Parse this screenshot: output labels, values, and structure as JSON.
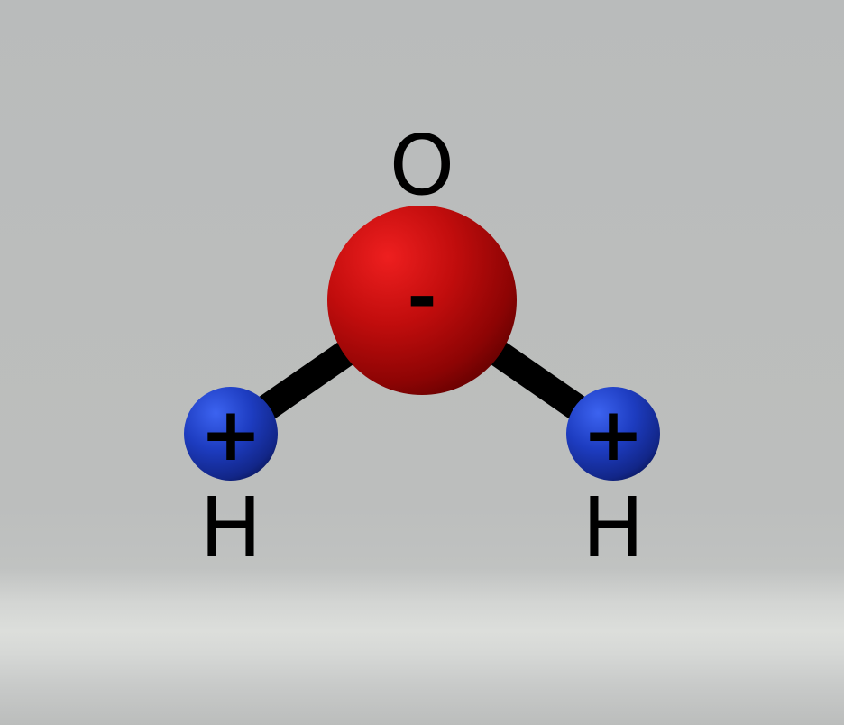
{
  "molecule": {
    "atoms": [
      {
        "id": "oxygen",
        "element": "O",
        "label": "O",
        "charge": "-",
        "color": "#c80e0e"
      },
      {
        "id": "hydrogen-left",
        "element": "H",
        "label": "H",
        "charge": "+",
        "color": "#1e3fc4"
      },
      {
        "id": "hydrogen-right",
        "element": "H",
        "label": "H",
        "charge": "+",
        "color": "#1e3fc4"
      }
    ],
    "bonds": [
      {
        "from": "oxygen",
        "to": "hydrogen-left"
      },
      {
        "from": "oxygen",
        "to": "hydrogen-right"
      }
    ],
    "bond_color": "#000000",
    "background_color": "#b9bbbb"
  }
}
